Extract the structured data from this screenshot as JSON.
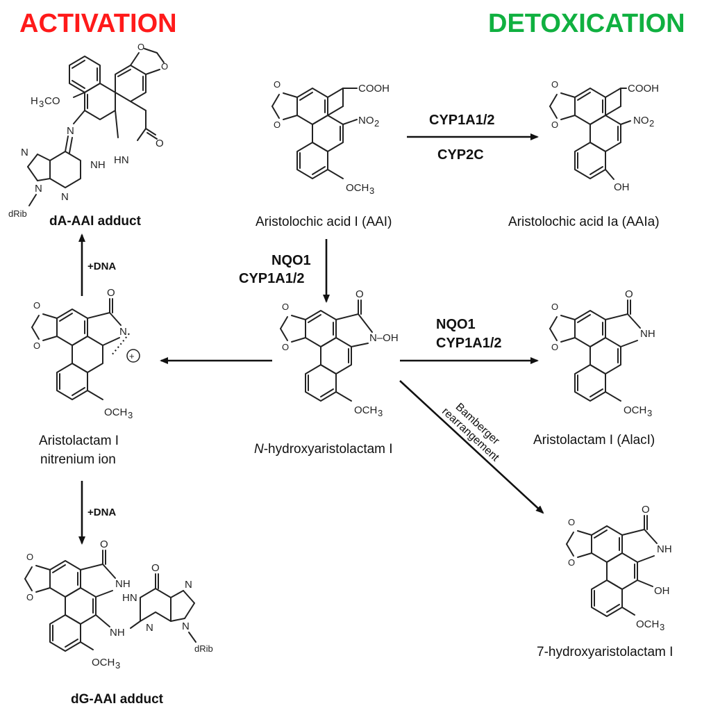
{
  "headings": {
    "activation": "ACTIVATION",
    "detoxication": "DETOXICATION",
    "activation_color": "#ff1a1a",
    "detoxication_color": "#10b040"
  },
  "compounds": {
    "aai": "Aristolochic acid I (AAI)",
    "aaia": "Aristolochic acid Ia (AAIa)",
    "n_hydroxy_prefix": "N",
    "n_hydroxy_rest": "-hydroxyaristolactam I",
    "alaci": "Aristolactam I (AlacI)",
    "nitrenium_line1": "Aristolactam I",
    "nitrenium_line2": "nitrenium ion",
    "da_adduct": "dA-AAI adduct",
    "dg_adduct": "dG-AAI adduct",
    "hydroxy7": "7-hydroxyaristolactam I"
  },
  "enzymes": {
    "cyp1a12": "CYP1A1/2",
    "cyp2c": "CYP2C",
    "nqo1": "NQO1",
    "bamberger_line1": "Bamberger",
    "bamberger_line2": "rearrangement"
  },
  "reagents": {
    "plus_dna": "+DNA"
  },
  "atoms": {
    "cooh": "COOH",
    "no2_main": "NO",
    "subscript_2": "2",
    "och3_main": "OCH",
    "subscript_3": "3",
    "oh": "OH",
    "o": "O",
    "nh": "NH",
    "hn": "HN",
    "n": "N",
    "n_oh": "N–OH",
    "h3co": "H",
    "h3co_rest": "CO",
    "drib": "dRib",
    "plus": "+"
  }
}
